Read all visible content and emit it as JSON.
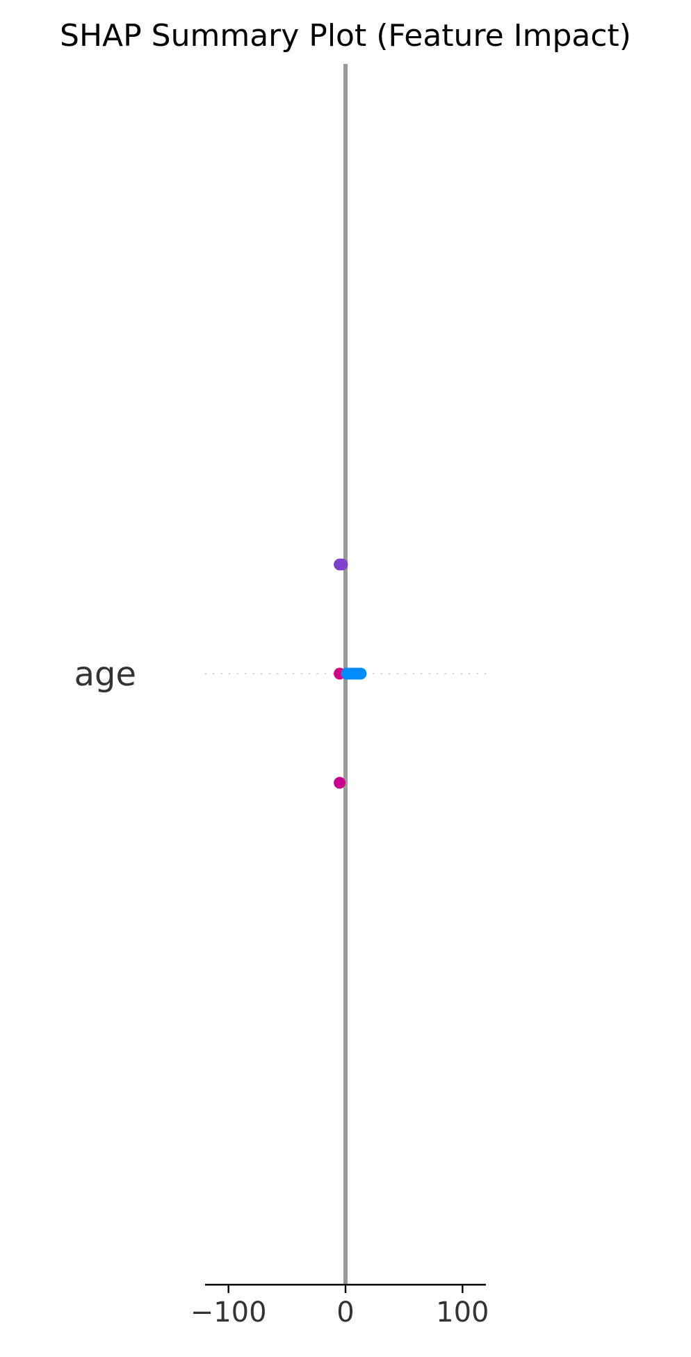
{
  "chart_data": {
    "type": "scatter",
    "title": "SHAP Summary Plot (Feature Impact)",
    "xlabel": "",
    "ylabel": "",
    "xlim": [
      -120,
      120
    ],
    "x_ticks": [
      -100,
      0,
      100
    ],
    "x_tick_labels": [
      "−100",
      "0",
      "100"
    ],
    "features": [
      "age"
    ],
    "colors": {
      "low": "#008bfb",
      "high": "#ff0051",
      "zero_line": "#999999",
      "axis": "#000000",
      "feature_grid": "#cccccc"
    },
    "points": [
      {
        "feature": "age",
        "shap": -5,
        "jitter": 1.0,
        "color": "#7b3fd0"
      },
      {
        "feature": "age",
        "shap": -3,
        "jitter": 1.0,
        "color": "#8040c8"
      },
      {
        "feature": "age",
        "shap": -5,
        "jitter": 0.0,
        "color": "#d10080"
      },
      {
        "feature": "age",
        "shap": 1,
        "jitter": 0.0,
        "color": "#1a7ef0"
      },
      {
        "feature": "age",
        "shap": 3,
        "jitter": 0.0,
        "color": "#008bfb"
      },
      {
        "feature": "age",
        "shap": 5,
        "jitter": 0.0,
        "color": "#008bfb"
      },
      {
        "feature": "age",
        "shap": 7,
        "jitter": 0.0,
        "color": "#008bfb"
      },
      {
        "feature": "age",
        "shap": 9,
        "jitter": 0.0,
        "color": "#008bfb"
      },
      {
        "feature": "age",
        "shap": 11,
        "jitter": 0.0,
        "color": "#008bfb"
      },
      {
        "feature": "age",
        "shap": 13,
        "jitter": 0.0,
        "color": "#008bfb"
      },
      {
        "feature": "age",
        "shap": -5,
        "jitter": -1.0,
        "color": "#c8008f"
      }
    ]
  }
}
